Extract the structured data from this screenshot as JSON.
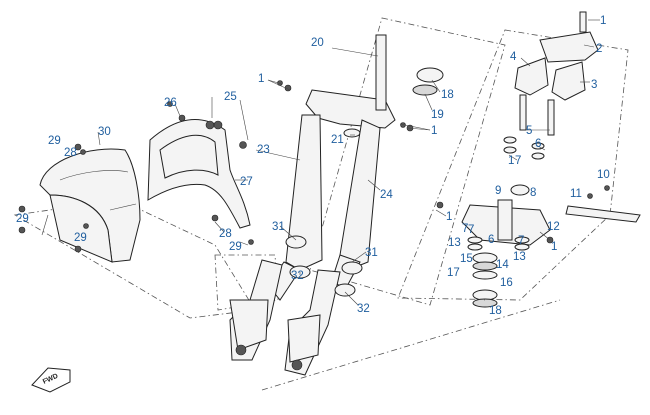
{
  "callouts": [
    {
      "id": "1"
    },
    {
      "id": "1"
    },
    {
      "id": "1"
    },
    {
      "id": "1"
    },
    {
      "id": "1"
    },
    {
      "id": "1"
    },
    {
      "id": "2"
    },
    {
      "id": "3"
    },
    {
      "id": "4"
    },
    {
      "id": "5"
    },
    {
      "id": "6"
    },
    {
      "id": "6"
    },
    {
      "id": "7"
    },
    {
      "id": "7"
    },
    {
      "id": "7"
    },
    {
      "id": "7"
    },
    {
      "id": "8"
    },
    {
      "id": "9"
    },
    {
      "id": "10"
    },
    {
      "id": "11"
    },
    {
      "id": "12"
    },
    {
      "id": "13"
    },
    {
      "id": "13"
    },
    {
      "id": "14"
    },
    {
      "id": "15"
    },
    {
      "id": "16"
    },
    {
      "id": "17"
    },
    {
      "id": "18"
    },
    {
      "id": "18"
    },
    {
      "id": "19"
    },
    {
      "id": "20"
    },
    {
      "id": "21"
    },
    {
      "id": "23"
    },
    {
      "id": "24"
    },
    {
      "id": "25"
    },
    {
      "id": "26"
    },
    {
      "id": "27"
    },
    {
      "id": "28"
    },
    {
      "id": "28"
    },
    {
      "id": "29"
    },
    {
      "id": "29"
    },
    {
      "id": "29"
    },
    {
      "id": "29"
    },
    {
      "id": "30"
    },
    {
      "id": "31"
    },
    {
      "id": "31"
    },
    {
      "id": "32"
    },
    {
      "id": "32"
    }
  ],
  "direction_badge": "FWD",
  "colors": {
    "callout": "#1f5e9e",
    "line": "#222222"
  }
}
